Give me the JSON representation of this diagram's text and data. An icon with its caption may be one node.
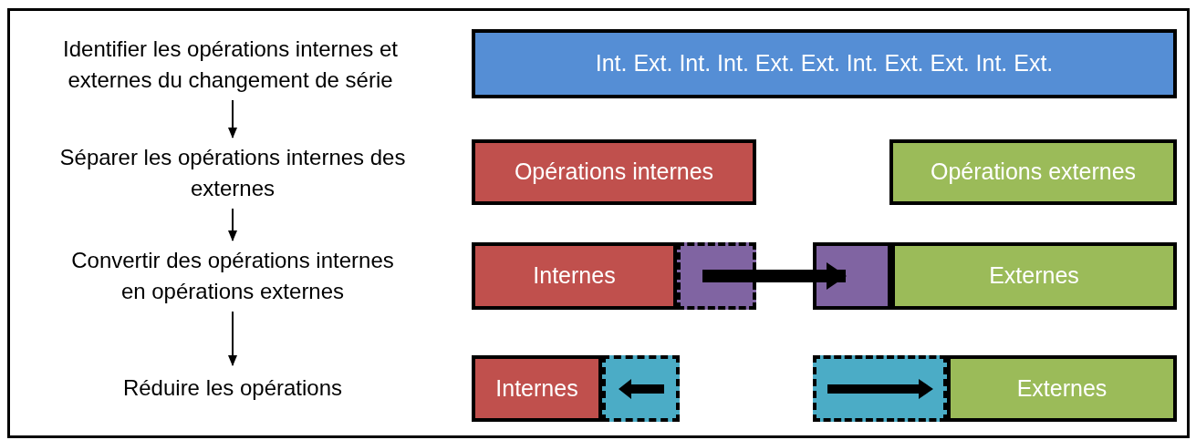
{
  "diagram": {
    "nodes": [
      {
        "text": [
          "Identifier les opérations internes et externes du changement de série"
        ]
      },
      {
        "text": [
          "Int. Ext. Int. Int. Ext. Ext. Int. Ext. Ext. Int. Ext."
        ]
      },
      {
        "text": [
          "Séparer les opérations internes des externes"
        ]
      },
      {
        "text": [
          "Opérations internes"
        ]
      },
      {
        "text": [
          "Opérations externes"
        ]
      },
      {
        "text": [
          "Convertir des opérations internes en opérations externes"
        ]
      },
      {
        "text": [
          "Internes"
        ]
      },
      {
        "text": [],
        "shape": "box"
      },
      {
        "text": [],
        "shape": "box"
      },
      {
        "text": [
          "Externes"
        ]
      },
      {
        "text": [
          "Réduire les opérations"
        ]
      },
      {
        "text": [
          "Internes"
        ]
      },
      {
        "text": [],
        "shape": "box"
      },
      {
        "text": [],
        "shape": "box"
      },
      {
        "text": [
          "Externes"
        ]
      }
    ],
    "edges": [
      {
        "from": 0,
        "to": 2,
        "arrow": "to"
      },
      {
        "from": 2,
        "to": 5,
        "arrow": "to"
      },
      {
        "from": 5,
        "to": 10,
        "arrow": "to"
      },
      {
        "from": 7,
        "to": 8,
        "arrow": "to",
        "style": "thick"
      }
    ]
  }
}
